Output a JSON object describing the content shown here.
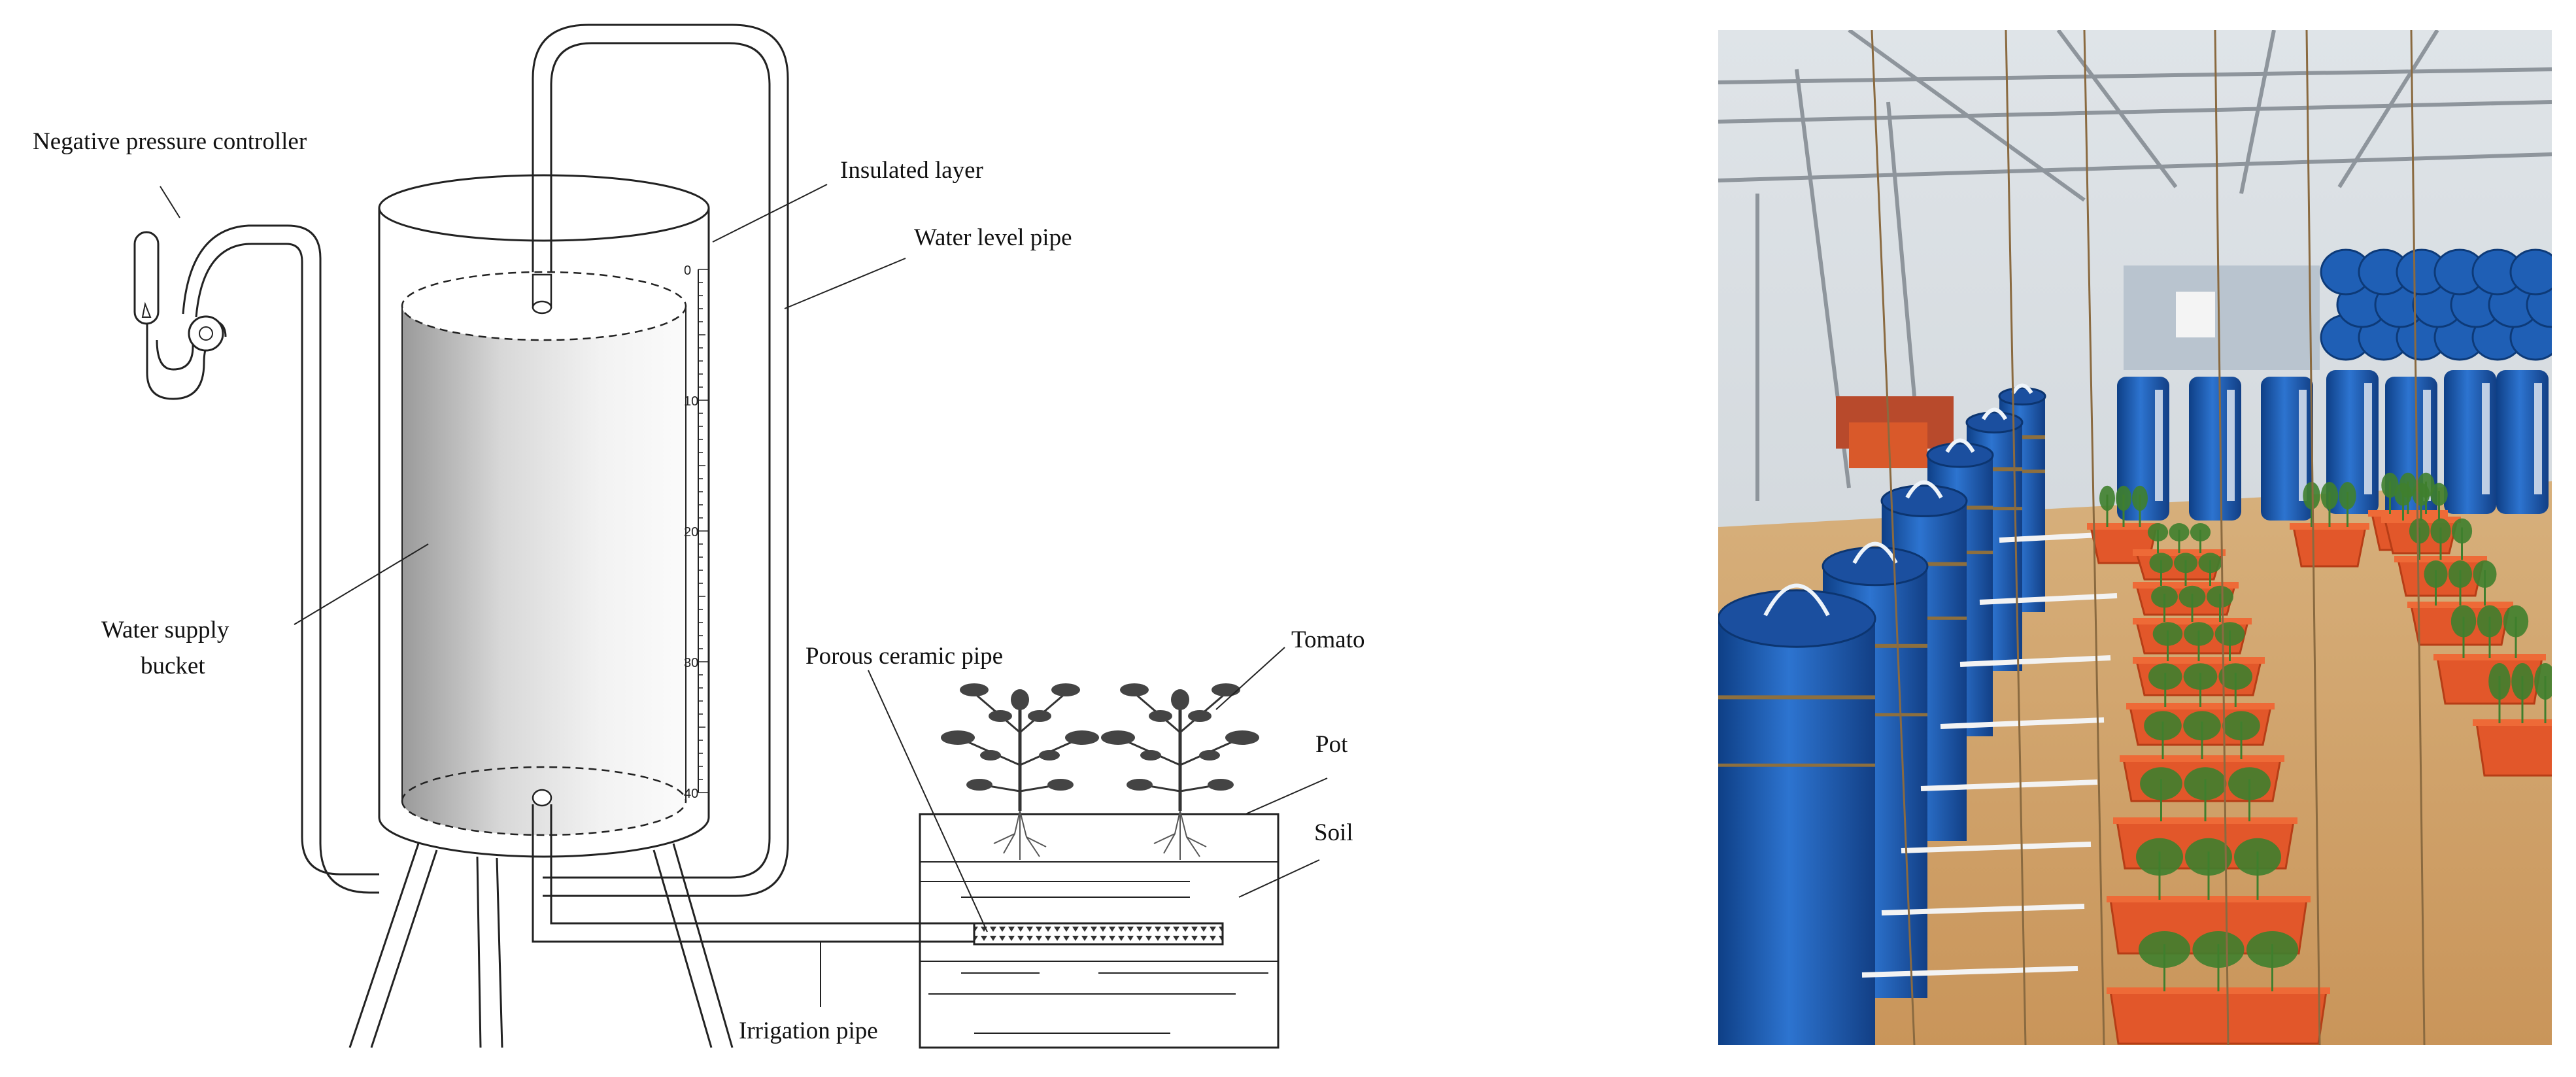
{
  "labels": {
    "negative_pressure_controller": "Negative pressure controller",
    "insulated_layer": "Insulated layer",
    "water_level_pipe": "Water level pipe",
    "water_supply_bucket_line1": "Water supply",
    "water_supply_bucket_line2": "bucket",
    "porous_ceramic_pipe": "Porous ceramic pipe",
    "tomato": "Tomato",
    "pot": "Pot",
    "soil": "Soil",
    "irrigation_pipe": "Irrigation pipe"
  },
  "scale_ticks": [
    "0",
    "10",
    "20",
    "30",
    "40"
  ],
  "colors": {
    "bucket_blue": "#1f5fb5",
    "pot_orange": "#e2572a",
    "soil": "#d9a86a",
    "plant_green": "#3f7f2e",
    "greenhouse_frame": "#9aa0a6"
  }
}
